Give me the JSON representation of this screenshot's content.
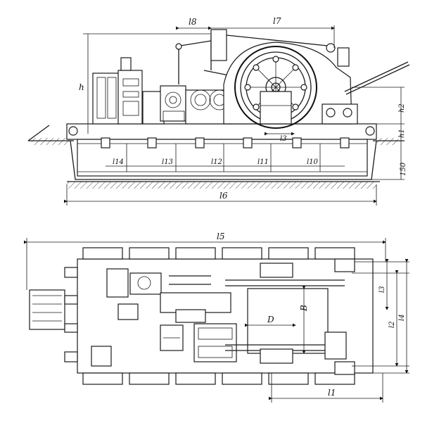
{
  "drawing": {
    "side_view": {
      "labels": {
        "h": "h",
        "h1": "h1",
        "h2": "h2",
        "l3_small": "l3",
        "l6": "l6",
        "l7": "l7",
        "l8": "l8",
        "l10": "l10",
        "l11": "l11",
        "l12": "l12",
        "l13": "l13",
        "l14": "l14",
        "size_150": "150"
      }
    },
    "plan_view": {
      "labels": {
        "l1": "l1",
        "l2": "l2",
        "l3": "l3",
        "l4": "l4",
        "l5": "l5",
        "B": "B",
        "D": "D"
      }
    }
  }
}
